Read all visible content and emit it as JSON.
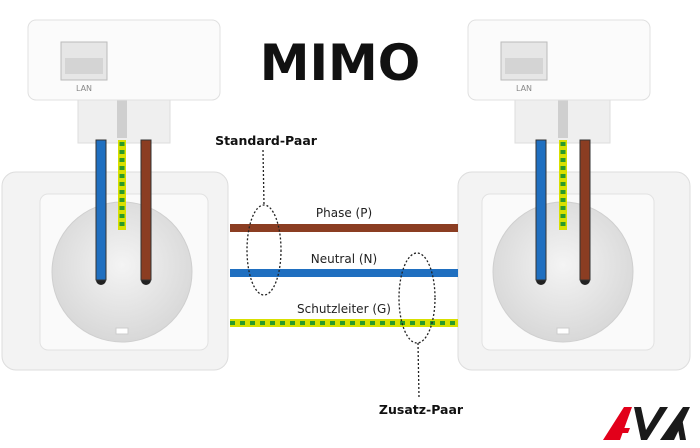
{
  "title": "MIMO",
  "adapters": [
    {
      "port_label": "LAN"
    },
    {
      "port_label": "LAN"
    }
  ],
  "wires": {
    "phase": {
      "label": "Phase (P)",
      "color": "#8b3d22"
    },
    "neutral": {
      "label": "Neutral (N)",
      "color": "#1f6fc0"
    },
    "ground": {
      "label": "Schutzleiter (G)",
      "color": "#d8e000",
      "stripe_color": "#2a9a2a"
    }
  },
  "annotations": {
    "standard_pair": "Standard-Paar",
    "extra_pair": "Zusatz-Paar"
  },
  "logo": {
    "text": "AVM",
    "colors": [
      "#e2001a",
      "#1a1a1a"
    ]
  }
}
